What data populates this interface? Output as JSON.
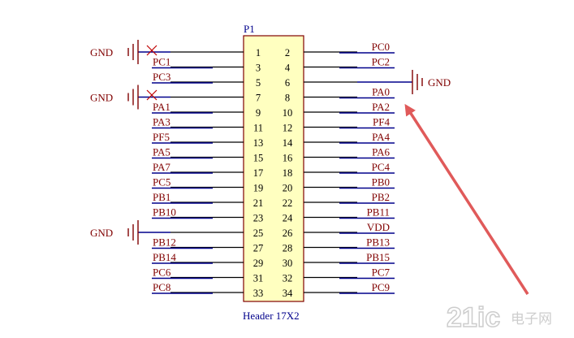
{
  "component": {
    "ref": "P1",
    "type": "Header 17X2",
    "body_color": "#FFFFC0",
    "outline_color": "#800000"
  },
  "pins_left": [
    {
      "num": "1",
      "net": ""
    },
    {
      "num": "3",
      "net": "PC1"
    },
    {
      "num": "5",
      "net": "PC3"
    },
    {
      "num": "7",
      "net": ""
    },
    {
      "num": "9",
      "net": "PA1"
    },
    {
      "num": "11",
      "net": "PA3"
    },
    {
      "num": "13",
      "net": "PF5"
    },
    {
      "num": "15",
      "net": "PA5"
    },
    {
      "num": "17",
      "net": "PA7"
    },
    {
      "num": "19",
      "net": "PC5"
    },
    {
      "num": "21",
      "net": "PB1"
    },
    {
      "num": "23",
      "net": "PB10"
    },
    {
      "num": "25",
      "net": ""
    },
    {
      "num": "27",
      "net": "PB12"
    },
    {
      "num": "29",
      "net": "PB14"
    },
    {
      "num": "31",
      "net": "PC6"
    },
    {
      "num": "33",
      "net": "PC8"
    }
  ],
  "pins_right": [
    {
      "num": "2",
      "net": "PC0"
    },
    {
      "num": "4",
      "net": "PC2"
    },
    {
      "num": "6",
      "net": ""
    },
    {
      "num": "8",
      "net": "PA0"
    },
    {
      "num": "10",
      "net": "PA2"
    },
    {
      "num": "12",
      "net": "PF4"
    },
    {
      "num": "14",
      "net": "PA4"
    },
    {
      "num": "16",
      "net": "PA6"
    },
    {
      "num": "18",
      "net": "PC4"
    },
    {
      "num": "20",
      "net": "PB0"
    },
    {
      "num": "22",
      "net": "PB2"
    },
    {
      "num": "24",
      "net": "PB11"
    },
    {
      "num": "26",
      "net": "VDD"
    },
    {
      "num": "28",
      "net": "PB13"
    },
    {
      "num": "30",
      "net": "PB15"
    },
    {
      "num": "32",
      "net": "PC7"
    },
    {
      "num": "34",
      "net": "PC9"
    }
  ],
  "grounds": [
    {
      "label": "GND",
      "side": "left",
      "pin": "1"
    },
    {
      "label": "GND",
      "side": "left",
      "pin": "7"
    },
    {
      "label": "GND",
      "side": "right",
      "pin": "6"
    },
    {
      "label": "GND",
      "side": "left",
      "pin": "25"
    }
  ],
  "colors": {
    "wire": "#00008B",
    "net_label": "#800000",
    "pin_number": "#000000",
    "designator": "#00008B",
    "annotation_arrow": "#E05A5A",
    "watermark": "#C8C8C8"
  },
  "watermark": {
    "text": "21ic",
    "subtext": "电子网"
  }
}
